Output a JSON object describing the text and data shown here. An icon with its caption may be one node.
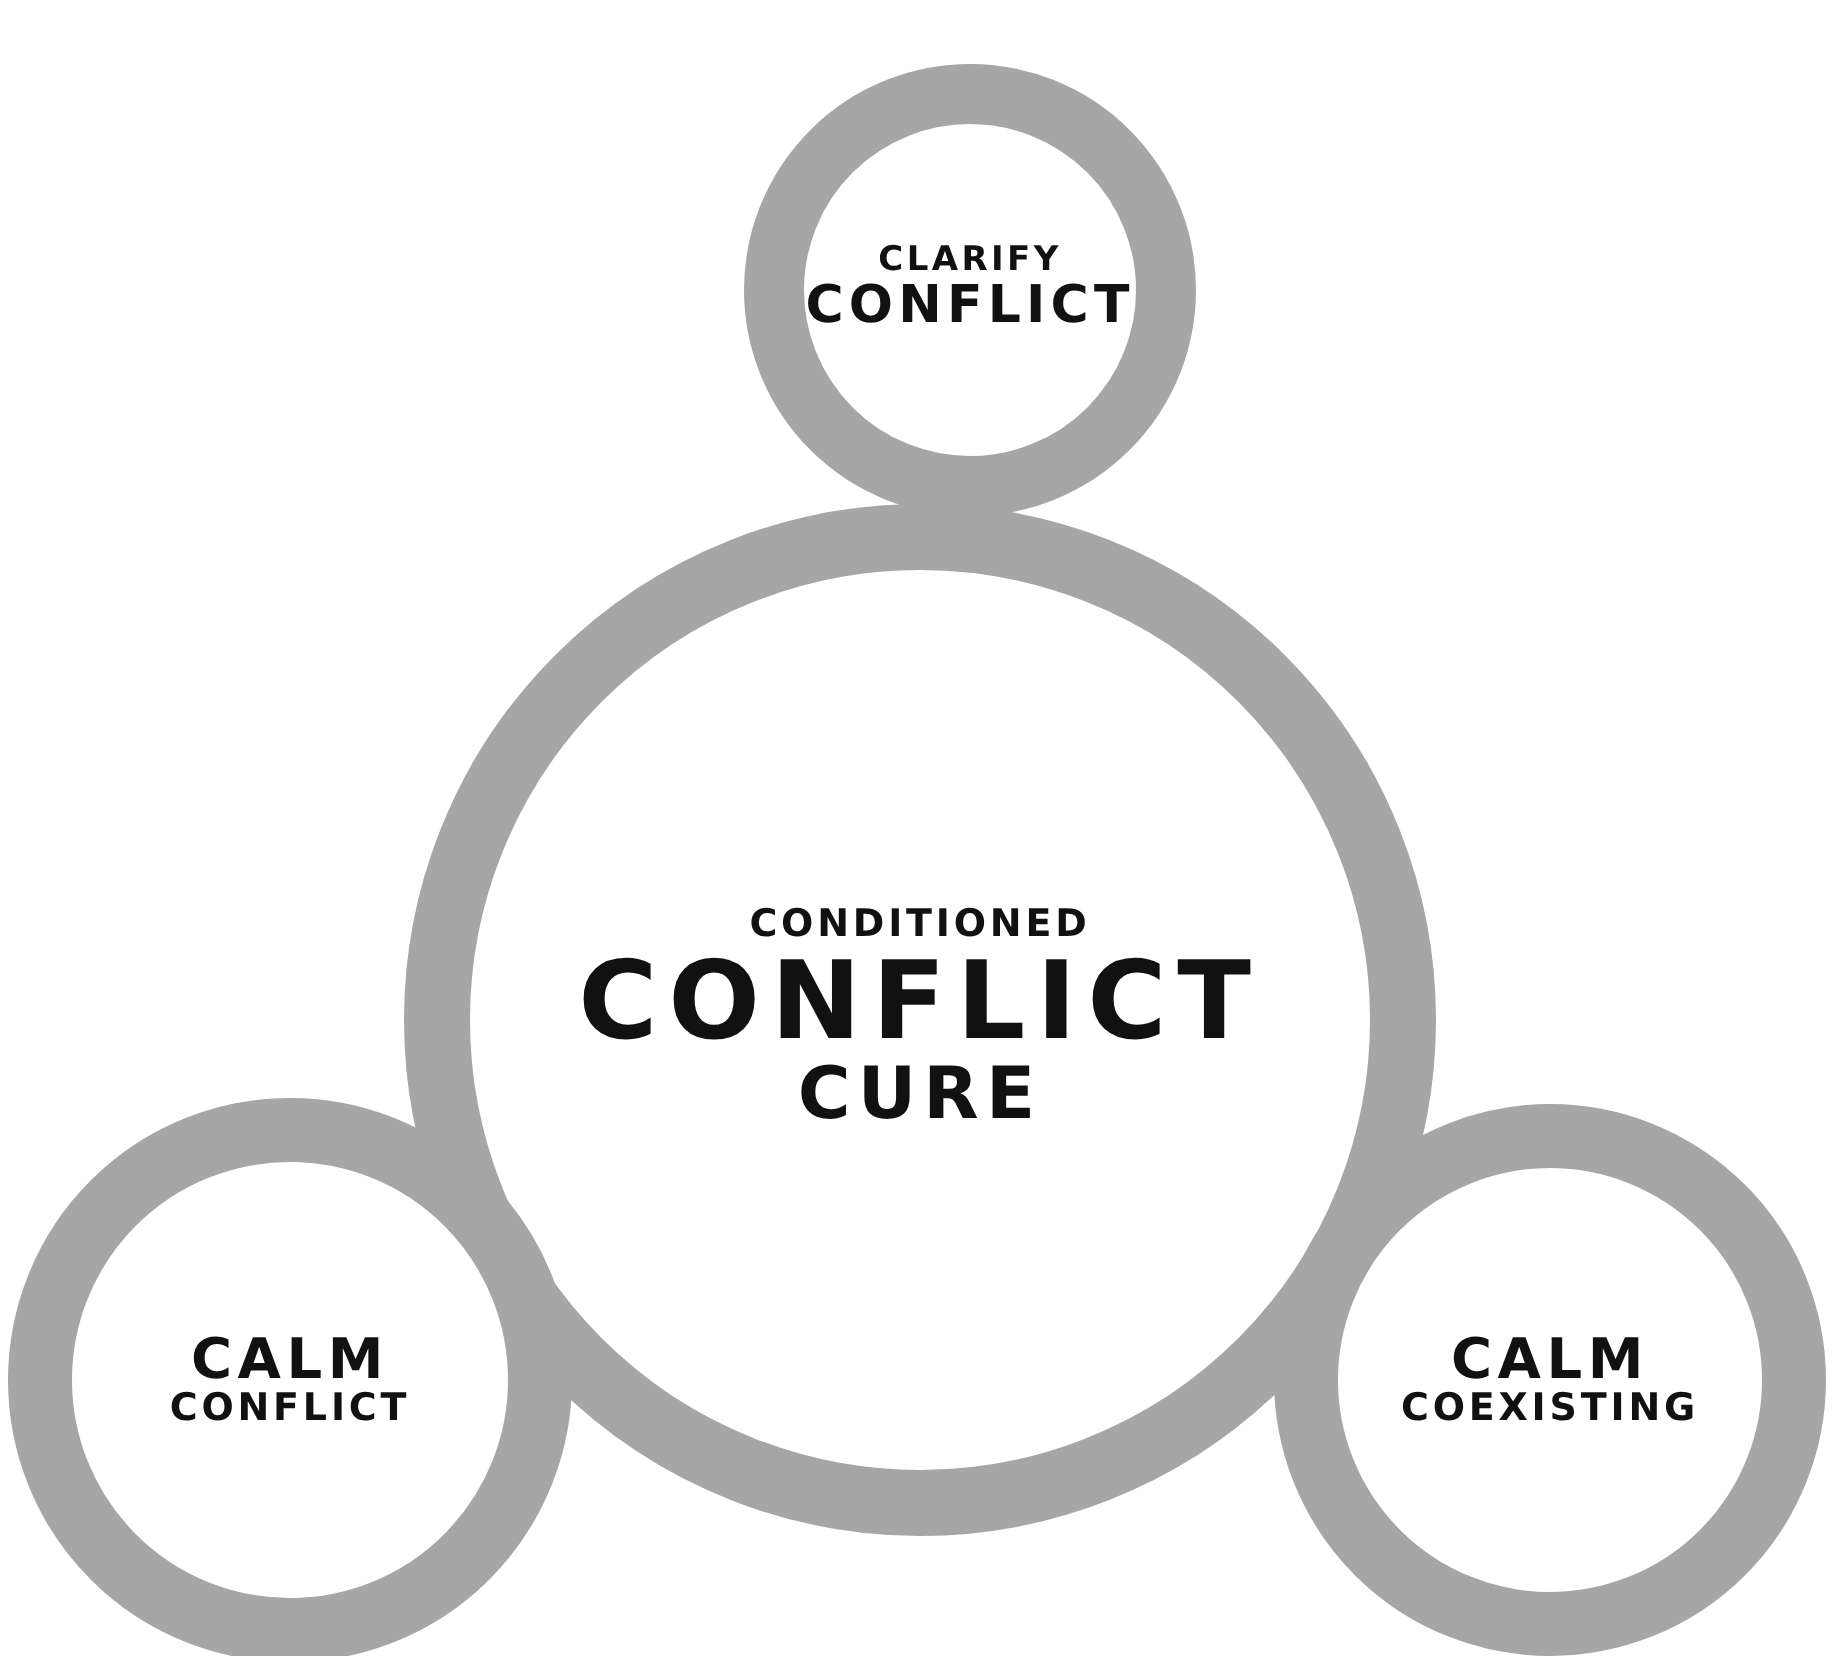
{
  "diagram": {
    "nodes": [
      {
        "text": [
          "CLARIFY",
          "CONFLICT"
        ]
      },
      {
        "text": [
          "CONDITIONED",
          "CONFLICT",
          "CURE"
        ]
      },
      {
        "text": [
          "CALM",
          "CONFLICT"
        ]
      },
      {
        "text": [
          "CALM",
          "COEXISTING"
        ]
      }
    ]
  }
}
